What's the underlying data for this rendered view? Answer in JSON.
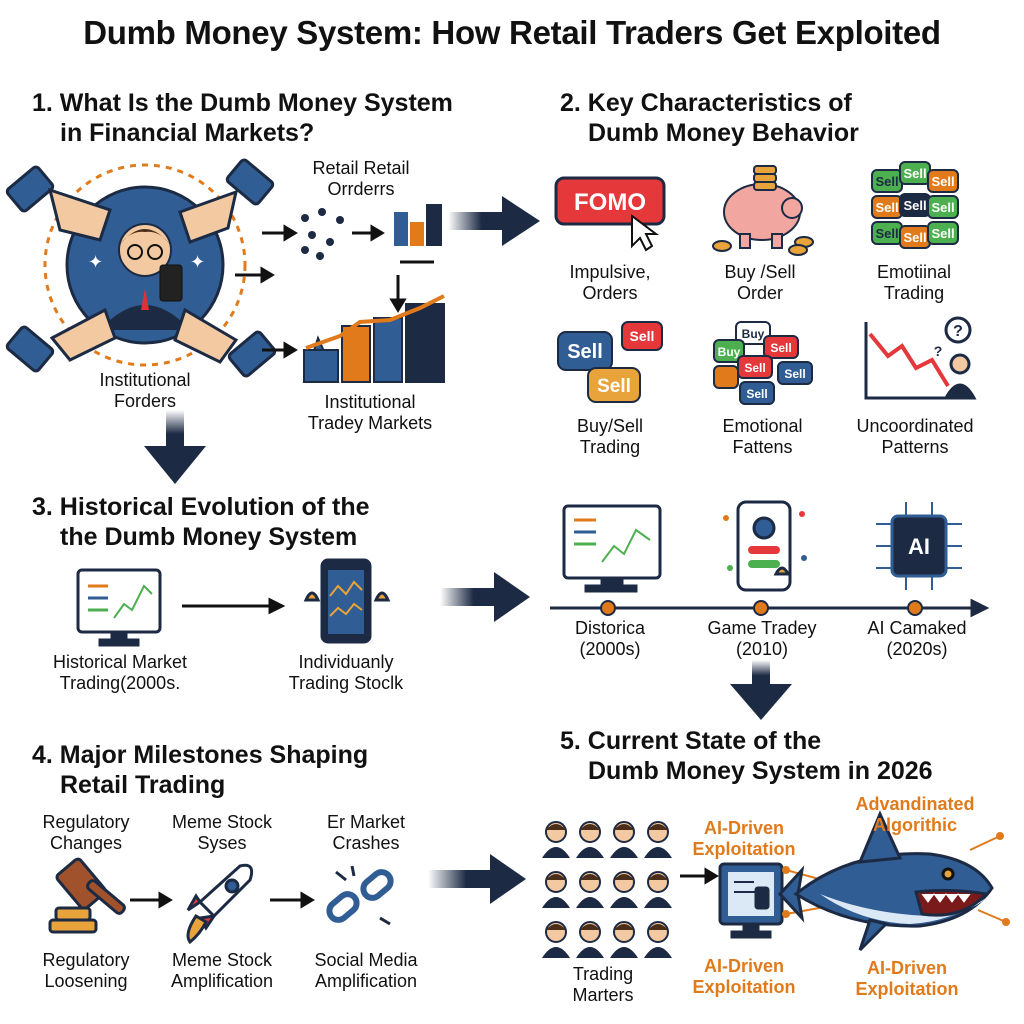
{
  "title": "Dumb Money System: How Retail Traders Get Exploited",
  "sections": {
    "s1": {
      "line1": "1. What Is the Dumb Money System",
      "line2": "in Financial Markets?"
    },
    "s2": {
      "line1": "2. Key Characteristics of",
      "line2": "Dumb Money Behavior"
    },
    "s3": {
      "line1": "3. Historical Evolution of the",
      "line2": "the Dumb Money System"
    },
    "s4": {
      "line1": "4. Major Milestones Shaping",
      "line2": "Retail Trading"
    },
    "s5": {
      "line1": "5. Current State of the",
      "line2": "Dumb Money System in 2026"
    }
  },
  "s1": {
    "retail_orders": [
      "Retail Retail",
      "Orrderrs"
    ],
    "institutional_forders": [
      "Institutional",
      "Forders"
    ],
    "institutional_markets": [
      "Institutional",
      "Tradey Markets"
    ]
  },
  "s2": {
    "fomo": "FOMO",
    "sell_word": "Sell",
    "buy_word": "Buy",
    "labels": [
      [
        "Impulsive,",
        "Orders"
      ],
      [
        "Buy /Sell",
        "Order"
      ],
      [
        "Emotiinal",
        "Trading"
      ],
      [
        "Buy/Sell",
        "Trading"
      ],
      [
        "Emotional",
        "Fattens"
      ],
      [
        "Uncoordinated",
        "Patterns"
      ]
    ]
  },
  "s3": {
    "left_labels": [
      [
        "Historical  Market",
        "Trading(2000s."
      ],
      [
        "Individuanly",
        "Trading Stoclk"
      ]
    ],
    "timeline": [
      [
        "Distorica",
        "(2000s)"
      ],
      [
        "Game Tradey",
        "(2010)"
      ],
      [
        "AI Camaked",
        "(2020s)"
      ]
    ],
    "ai_chip": "AI"
  },
  "s4": {
    "top_labels": [
      [
        "Regulatory",
        "Changes"
      ],
      [
        "Meme Stock",
        "Syses"
      ],
      [
        "Er Market",
        "Crashes"
      ]
    ],
    "bottom_labels": [
      [
        "Regulatory",
        "Loosening"
      ],
      [
        "Meme Stock",
        "Amplification"
      ],
      [
        "Social Media",
        "Amplification"
      ]
    ]
  },
  "s5": {
    "trading_marters": [
      "Trading",
      "Marters"
    ],
    "ai_top_left": [
      "AI-Driven",
      "Exploitation"
    ],
    "ai_bottom_left": [
      "AI-Driven",
      "Exploitation"
    ],
    "advanced": [
      "Advandinated",
      "Algorithic"
    ],
    "ai_bottom_right": [
      "AI-Driven",
      "Exploitation"
    ]
  },
  "colors": {
    "navy": "#1c2a44",
    "blue": "#2f5d94",
    "orange": "#e07a1a",
    "red": "#e5383b",
    "green": "#4caf50",
    "gold": "#e8a33a"
  }
}
